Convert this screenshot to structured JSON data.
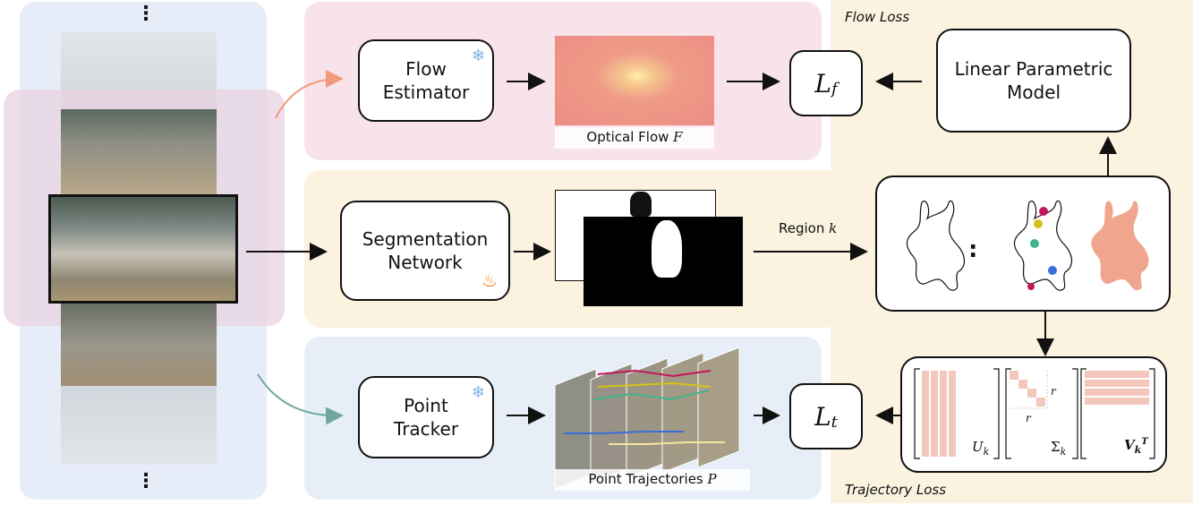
{
  "frames": {
    "top_ellipsis": "⋮",
    "bottom_ellipsis": "⋮"
  },
  "flow_branch": {
    "module_label": "Flow\nEstimator",
    "module_state_icon": "snowflake-icon",
    "output_caption": "Optical Flow",
    "output_symbol": "F",
    "loss_symbol": "L",
    "loss_sub": "f"
  },
  "segmentation_branch": {
    "module_label": "Segmentation\nNetwork",
    "module_state_icon": "fire-icon",
    "region_label": "Region",
    "region_symbol": "k",
    "colon": ":"
  },
  "tracking_branch": {
    "module_label": "Point\nTracker",
    "module_state_icon": "snowflake-icon",
    "output_caption": "Point Trajectories",
    "output_symbol": "P",
    "loss_symbol": "L",
    "loss_sub": "t"
  },
  "parametric_model": {
    "label": "Linear Parametric\nModel"
  },
  "svd": {
    "u_label": "U",
    "u_sub": "k",
    "sigma_label": "Σ",
    "sigma_sub": "k",
    "v_label": "V",
    "v_sub": "k",
    "v_sup": "T",
    "rank_label": "r"
  },
  "section_titles": {
    "flow_loss": "Flow Loss",
    "trajectory_loss": "Trajectory Loss"
  },
  "colors": {
    "flow_panel": "#f8e3ea",
    "segmentation_panel": "#fbf3e0",
    "tracking_panel": "#e7eef8",
    "frames_panel": "#e6edf8",
    "loss_panel": "#fbf3e0",
    "highlight_band": "#ead3e2",
    "flow_arrow": "#ef9a7d",
    "track_arrow": "#6fa7a0"
  }
}
